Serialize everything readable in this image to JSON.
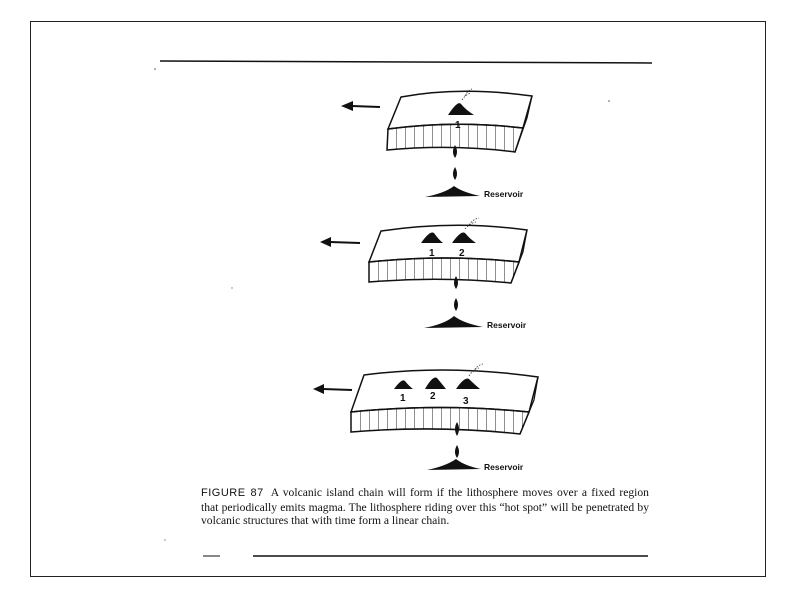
{
  "figure": {
    "caption_label": "FIGURE 87",
    "caption_text": "A volcanic island chain will form if the lithosphere moves over a fixed region that periodically emits magma. The lithosphere riding over this “hot spot” will be penetrated by volcanic structures that with time form a linear chain.",
    "reservoir_label": "Reservoir",
    "panels": [
      {
        "volcano_labels": [
          "1"
        ]
      },
      {
        "volcano_labels": [
          "1",
          "2"
        ]
      },
      {
        "volcano_labels": [
          "1",
          "2",
          "3"
        ]
      }
    ]
  }
}
